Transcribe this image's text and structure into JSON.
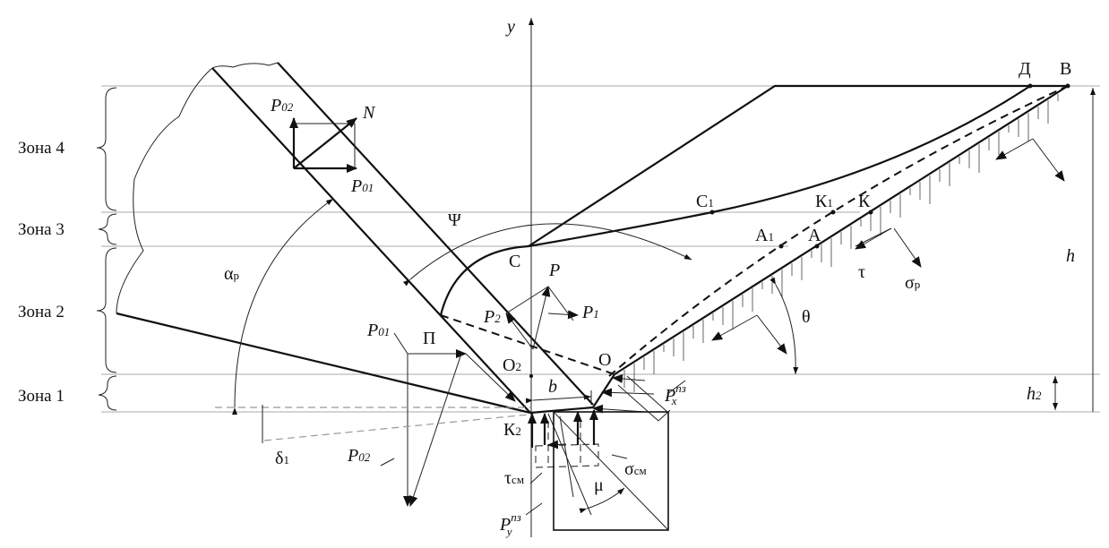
{
  "zones": [
    "Зона 4",
    "Зона 3",
    "Зона 2",
    "Зона 1"
  ],
  "axis": {
    "y": "y"
  },
  "points": {
    "D": "Д",
    "B": "В",
    "C1": "С",
    "C1_sub": "1",
    "K1": "К",
    "K1_sub": "1",
    "K": "К",
    "A1": "А",
    "A1_sub": "1",
    "A": "А",
    "C": "С",
    "P_point": "П",
    "O": "О",
    "O2": "О",
    "O2_sub": "2",
    "K2": "К",
    "K2_sub": "2"
  },
  "forces": {
    "P02_top": "P",
    "P02_top_sub": "02",
    "N": "N",
    "P01_top": "P",
    "P01_top_sub": "01",
    "P": "P",
    "P1": "P",
    "P1_sub": "1",
    "P2": "P",
    "P2_sub": "2",
    "P01": "P",
    "P01_sub": "01",
    "P02": "P",
    "P02_sub": "02",
    "Px": "P",
    "Px_sup": "пз",
    "Px_sub": "x",
    "Py": "P",
    "Py_sup": "пз",
    "Py_sub": "y"
  },
  "angles": {
    "psi": "Ψ",
    "alpha": "α",
    "alpha_sub": "р",
    "theta": "θ",
    "delta": "δ",
    "delta_sub": "1",
    "mu": "μ"
  },
  "stresses": {
    "tau": "τ",
    "sigma": "σ",
    "sigma_sub": "р",
    "tau_cm": "τ",
    "tau_cm_sub": "см",
    "sigma_cm": "σ",
    "sigma_cm_sub": "см"
  },
  "dims": {
    "b": "b",
    "h": "h",
    "h2": "h",
    "h2_sub": "2"
  }
}
